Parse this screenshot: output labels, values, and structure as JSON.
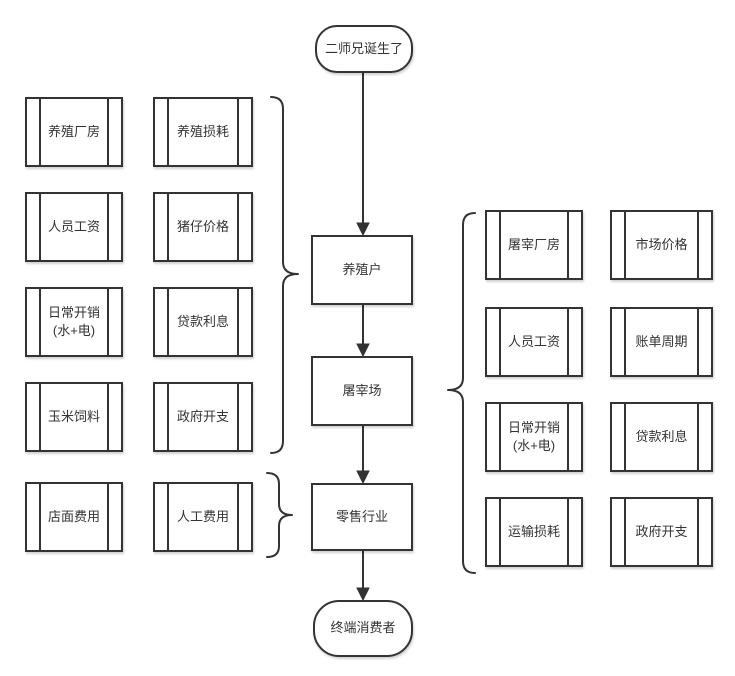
{
  "diagram": {
    "start_node": "二师兄诞生了",
    "stages": {
      "farmers": "养殖户",
      "slaughterhouse": "屠宰场",
      "retail": "零售行业"
    },
    "end_node": "终端消费者",
    "farming_costs": [
      "养殖厂房",
      "养殖损耗",
      "人员工资",
      "猪仔价格",
      "日常开销\n(水+电)",
      "贷款利息",
      "玉米饲料",
      "政府开支"
    ],
    "retail_costs": [
      "店面费用",
      "人工费用"
    ],
    "slaughter_costs": [
      "屠宰厂房",
      "市场价格",
      "人员工资",
      "账单周期",
      "日常开销\n(水+电)",
      "贷款利息",
      "运输损耗",
      "政府开支"
    ]
  },
  "colors": {
    "stroke": "#333333",
    "text": "#333333",
    "background": "#ffffff"
  }
}
